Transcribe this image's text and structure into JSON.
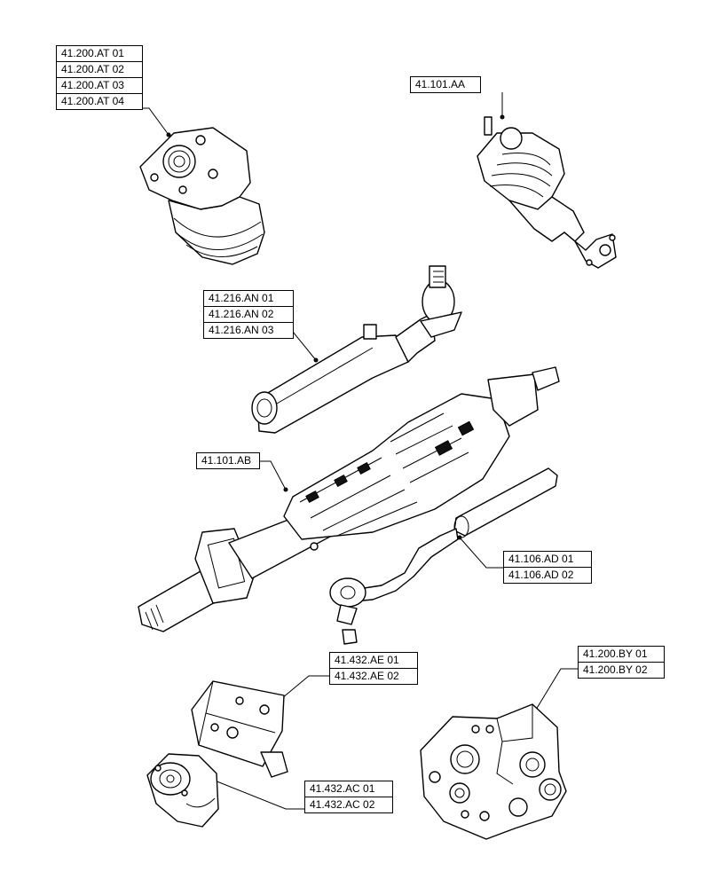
{
  "callouts": {
    "steering_motor": [
      "41.200.AT 01",
      "41.200.AT 02",
      "41.200.AT 03",
      "41.200.AT 04"
    ],
    "column_valve": [
      "41.101.AA"
    ],
    "steering_cylinder": [
      "41.216.AN 01",
      "41.216.AN 02",
      "41.216.AN 03"
    ],
    "steering_column": [
      "41.101.AB"
    ],
    "drag_link": [
      "41.106.AD 01",
      "41.106.AD 02"
    ],
    "priority_block": [
      "41.432.AE 01",
      "41.432.AE 02"
    ],
    "orbitrol_unit": [
      "41.432.AC 01",
      "41.432.AC 02"
    ],
    "distributor_body": [
      "41.200.BY 01",
      "41.200.BY 02"
    ]
  }
}
